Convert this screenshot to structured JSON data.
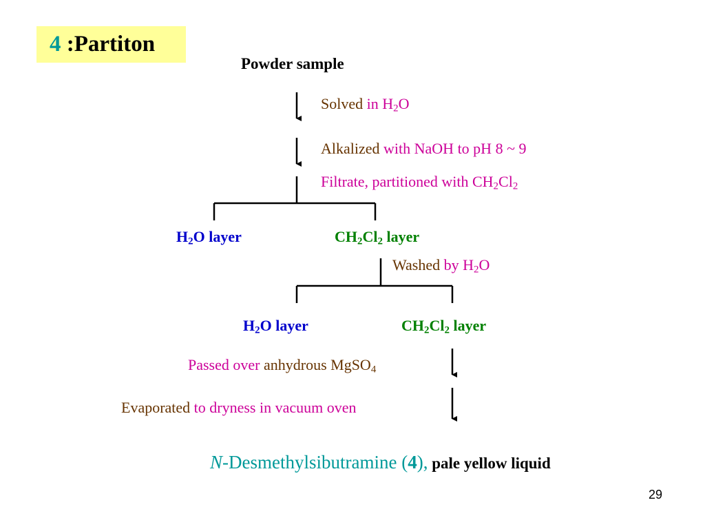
{
  "title": {
    "number": "4",
    "text": ":Partiton"
  },
  "start": "Powder sample",
  "steps": {
    "solved": {
      "a": "Solved",
      "b": " in H",
      "sub": "2",
      "c": "O"
    },
    "alkalized": {
      "a": "Alkalized",
      "b": " with NaOH to pH 8 ~ 9"
    },
    "filtrate": {
      "a": "Filtrate, partitioned",
      "b": " with CH",
      "sub1": "2",
      "c": "Cl",
      "sub2": "2"
    },
    "washed": {
      "a": "Washed",
      "b": " by H",
      "sub": "2",
      "c": "O"
    },
    "passed": {
      "a": "Passed over",
      "b": " anhydrous MgSO",
      "sub": "4"
    },
    "evaporated": {
      "a": "Evaporated",
      "b": " to dryness in vacuum oven"
    }
  },
  "layers": {
    "first_h2o": {
      "a": "H",
      "sub": "2",
      "b": "O layer"
    },
    "first_ch2cl2": {
      "a": "CH",
      "sub1": "2",
      "b": "Cl",
      "sub2": "2",
      "c": " layer"
    },
    "second_h2o": {
      "a": "H",
      "sub": "2",
      "b": "O layer"
    },
    "second_ch2cl2": {
      "a": "CH",
      "sub1": "2",
      "b": "Cl",
      "sub2": "2",
      "c": " layer"
    }
  },
  "product": {
    "italic": "N",
    "name": "-Desmethylsibutramine (",
    "number": "4",
    "close": "),",
    "description": " pale yellow liquid"
  },
  "page_number": "29",
  "colors": {
    "title_bg": "#ffff99",
    "teal": "#009999",
    "brown": "#663300",
    "magenta": "#cc0099",
    "blue": "#0000cc",
    "green": "#008000"
  }
}
